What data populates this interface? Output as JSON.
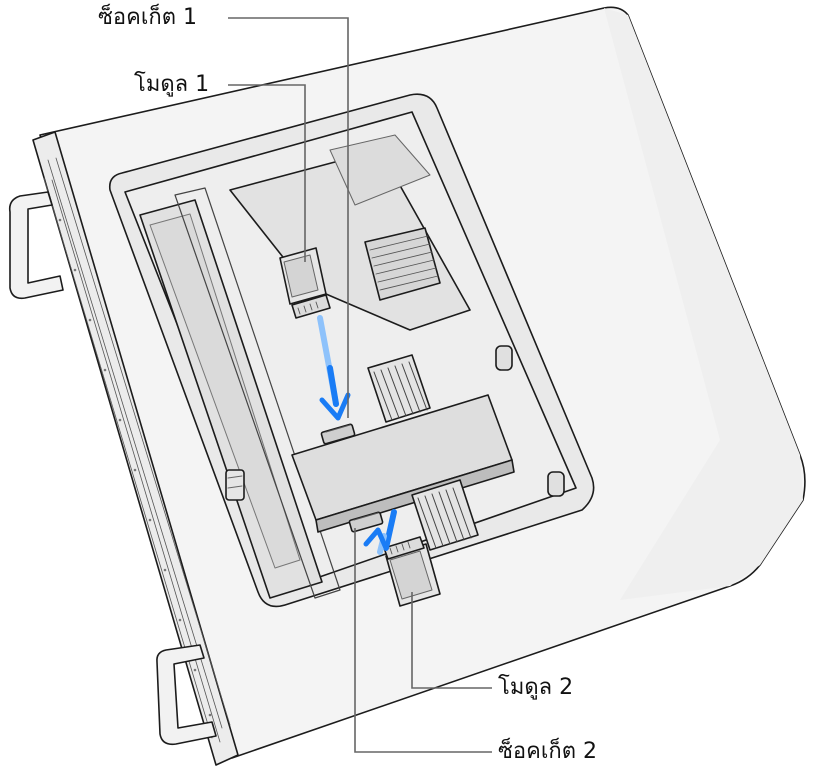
{
  "callouts": {
    "socket1": "ซ็อคเก็ต 1",
    "module1": "โมดูล 1",
    "module2": "โมดูล 2",
    "socket2": "ซ็อคเก็ต 2"
  },
  "colors": {
    "outline": "#1c1c1c",
    "body_fill": "#f4f4f4",
    "interior_fill": "#e9e9e9",
    "shadow_fill": "#d8d8d8",
    "leader_line": "#666666",
    "arrow_blue": "#1a7cf5",
    "arrow_light_blue": "#8ec2fb"
  },
  "icons": {
    "direction_arrows": "down-arrow-icon, up-arrow-icon"
  }
}
